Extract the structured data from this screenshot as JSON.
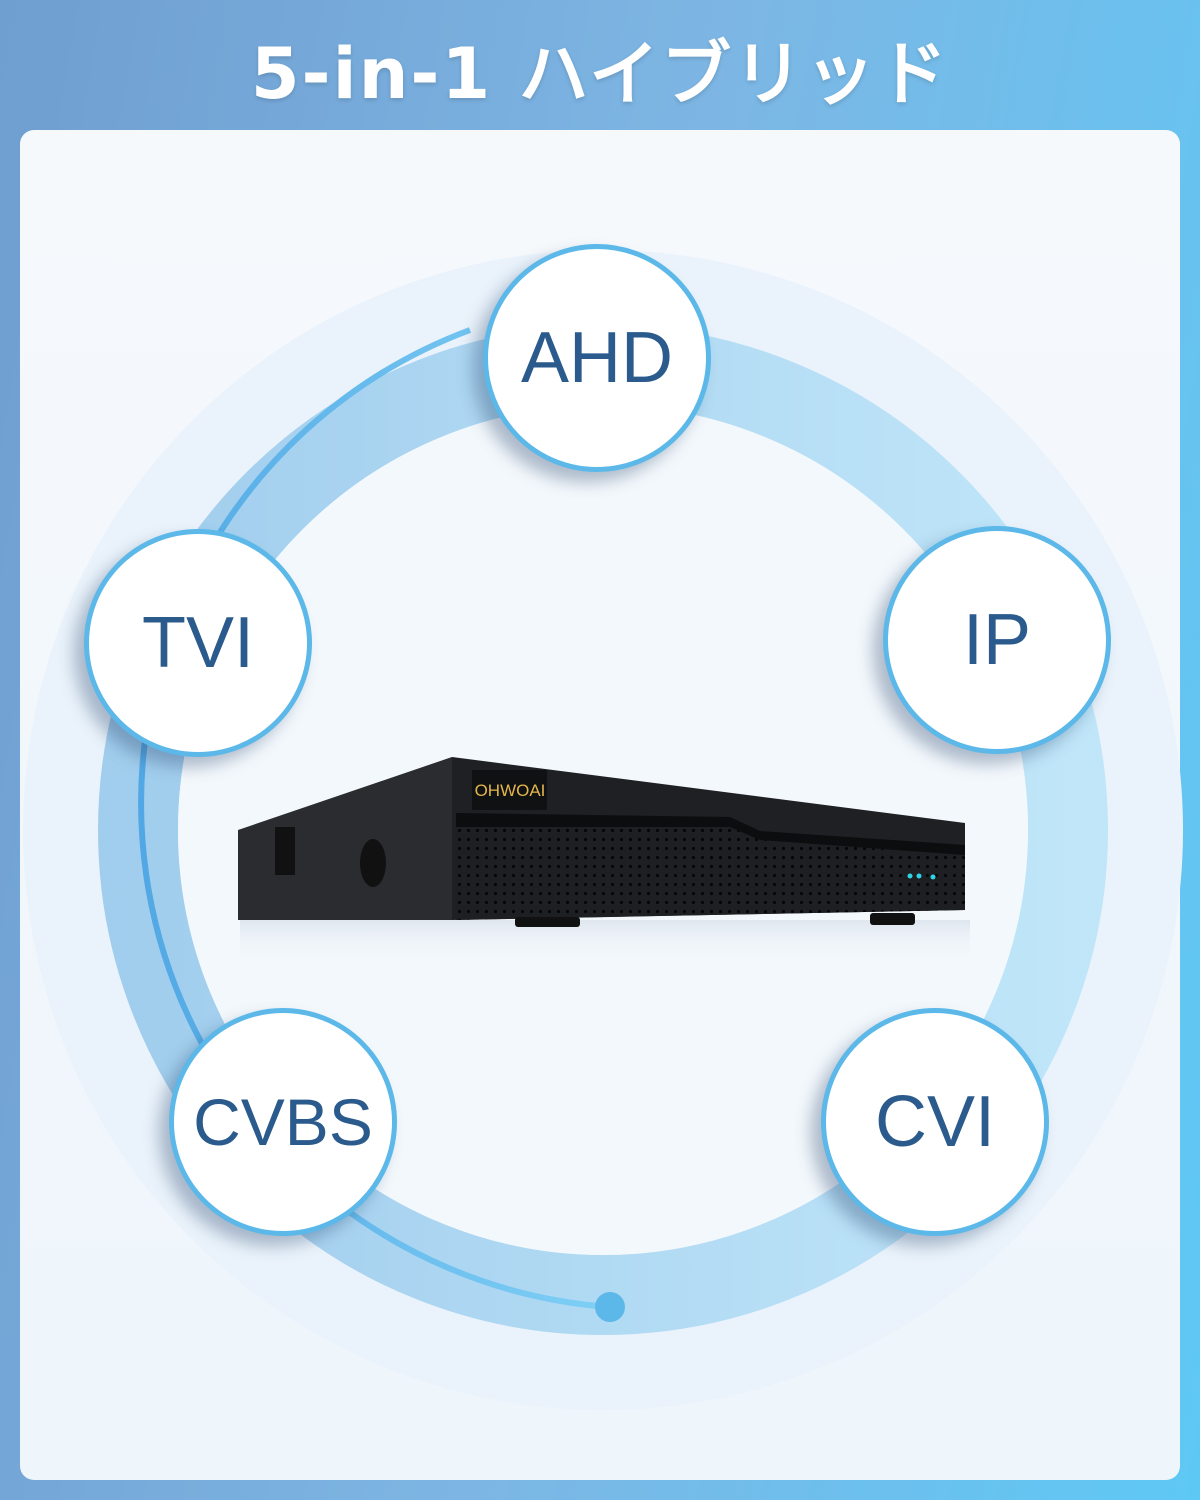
{
  "header": {
    "title": "5-in-1 ハイブリッド"
  },
  "formats": [
    {
      "id": "ahd",
      "label": "AHD"
    },
    {
      "id": "tvi",
      "label": "TVI"
    },
    {
      "id": "ip",
      "label": "IP"
    },
    {
      "id": "cvbs",
      "label": "CVBS"
    },
    {
      "id": "cvi",
      "label": "CVI"
    }
  ],
  "product": {
    "brand": "OHWOAI"
  },
  "colors": {
    "accent": "#5cb8e8",
    "text": "#2b5a8c",
    "led": "#2fd3e6"
  }
}
